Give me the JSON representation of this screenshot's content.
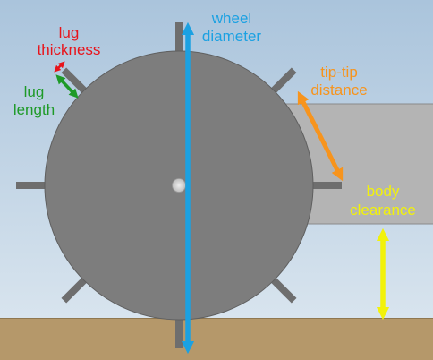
{
  "labels": {
    "lug_thickness_line1": "lug",
    "lug_thickness_line2": "thickness",
    "lug_length_line1": "lug",
    "lug_length_line2": "length",
    "wheel_diameter_line1": "wheel",
    "wheel_diameter_line2": "diameter",
    "tip_tip_line1": "tip-tip",
    "tip_tip_line2": "distance",
    "body_clearance_line1": "body",
    "body_clearance_line2": "clearance"
  },
  "colors": {
    "lug_thickness": "#e8131a",
    "lug_length": "#1e9a28",
    "wheel_diameter": "#1ba1e2",
    "tip_tip": "#f7941d",
    "body_clearance": "#f2f20a",
    "wheel": "#7d7d7d",
    "lug": "#6e6e6e",
    "body": "#b4b4b4",
    "ground": "#b5986a",
    "sky_top": "#aac4dc",
    "sky_bottom": "#d8e4ee"
  },
  "wheel": {
    "lug_count": 8
  }
}
